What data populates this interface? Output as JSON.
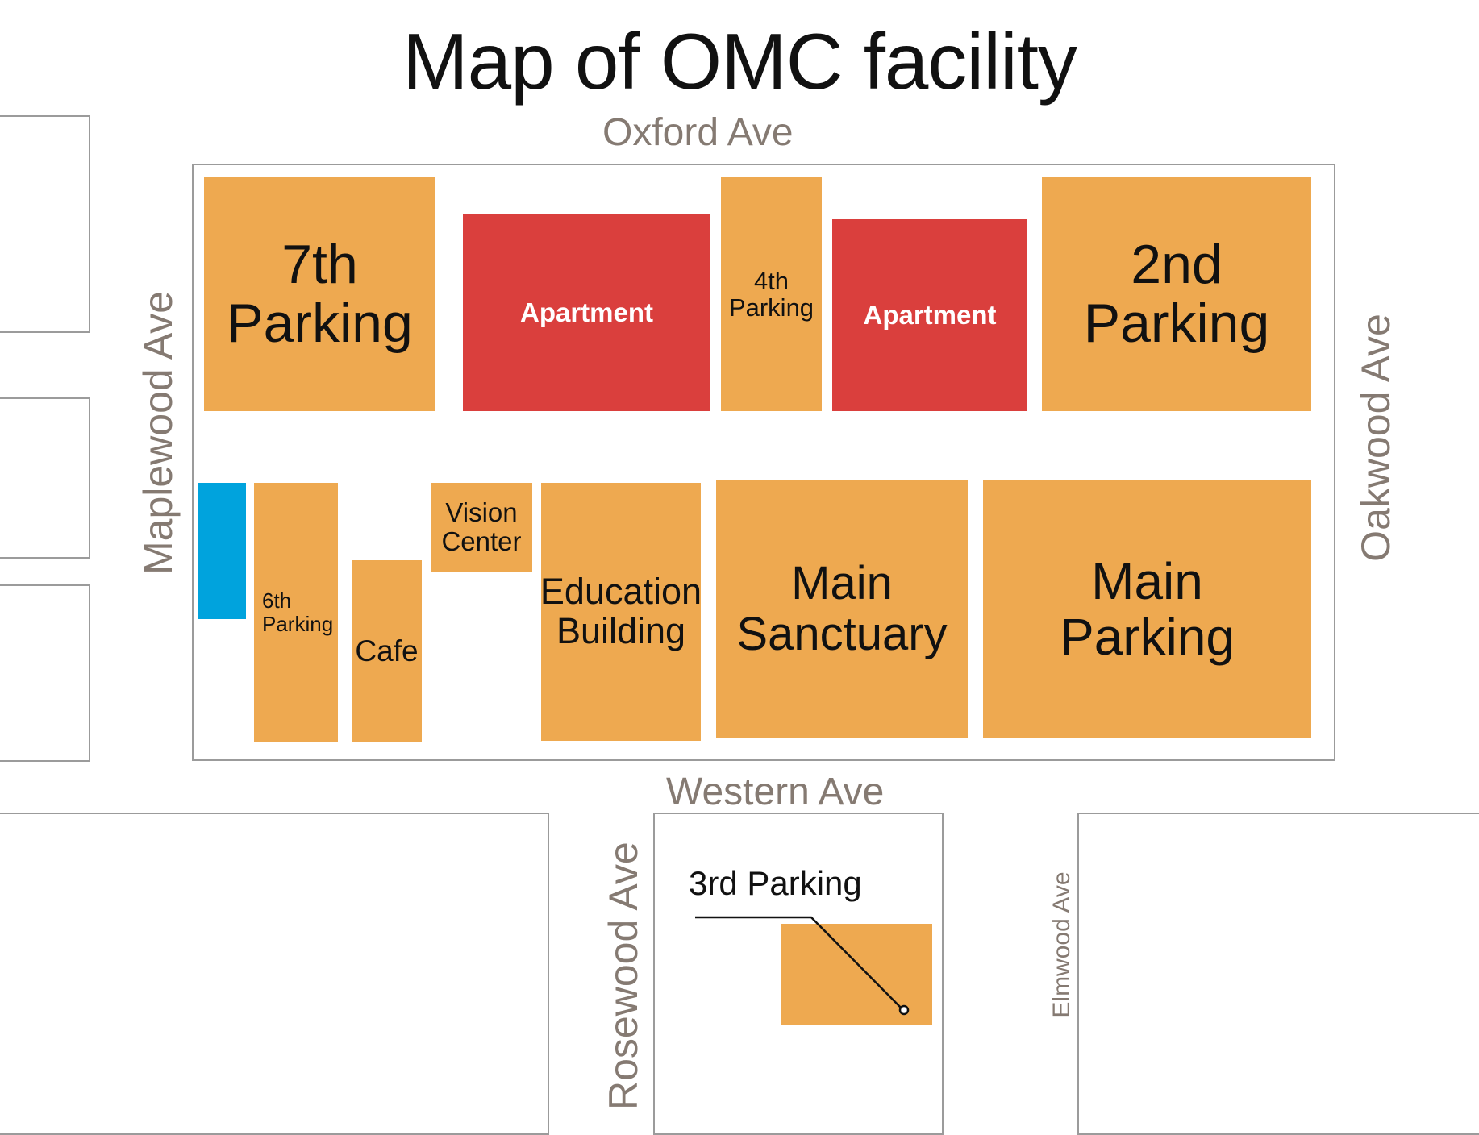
{
  "title": "Map of OMC facility",
  "streets": {
    "north": "Oxford Ave",
    "south": "Western Ave",
    "west": "Maplewood Ave",
    "east": "Oakwood Ave",
    "rosewood": "Rosewood Ave",
    "elmwood": "Elmwood Ave"
  },
  "buildings": {
    "parking_7th": "7th\nParking",
    "apartment_1": "Apartment",
    "parking_4th": "4th\nParking",
    "apartment_2": "Apartment",
    "parking_2nd": "2nd\nParking",
    "parking_6th": "6th\nParking",
    "cafe": "Cafe",
    "vision_center": "Vision\nCenter",
    "education_building": "Education\nBuilding",
    "main_sanctuary": "Main\nSanctuary",
    "main_parking": "Main\nParking",
    "parking_3rd": "3rd Parking"
  },
  "colors": {
    "parking": "#eea950",
    "apartment": "#da3f3d",
    "accent": "#00a3dd",
    "street_label": "#857a72",
    "block_outline": "#9b9b9b"
  }
}
